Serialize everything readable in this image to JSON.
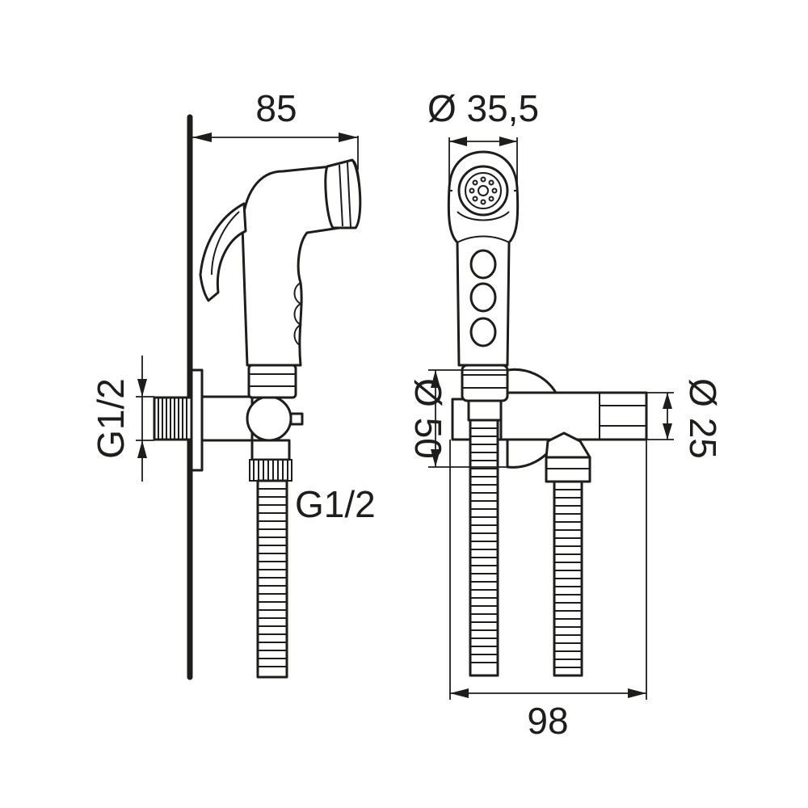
{
  "dimensions": {
    "depth": "85",
    "handset_diameter": "Ø 35,5",
    "inlet_thread": "G1/2",
    "outlet_thread": "G1/2",
    "flange_diameter": "Ø 50",
    "body_diameter": "Ø 25",
    "width": "98"
  },
  "colors": {
    "line": "#1d1d1b",
    "background": "#ffffff"
  }
}
